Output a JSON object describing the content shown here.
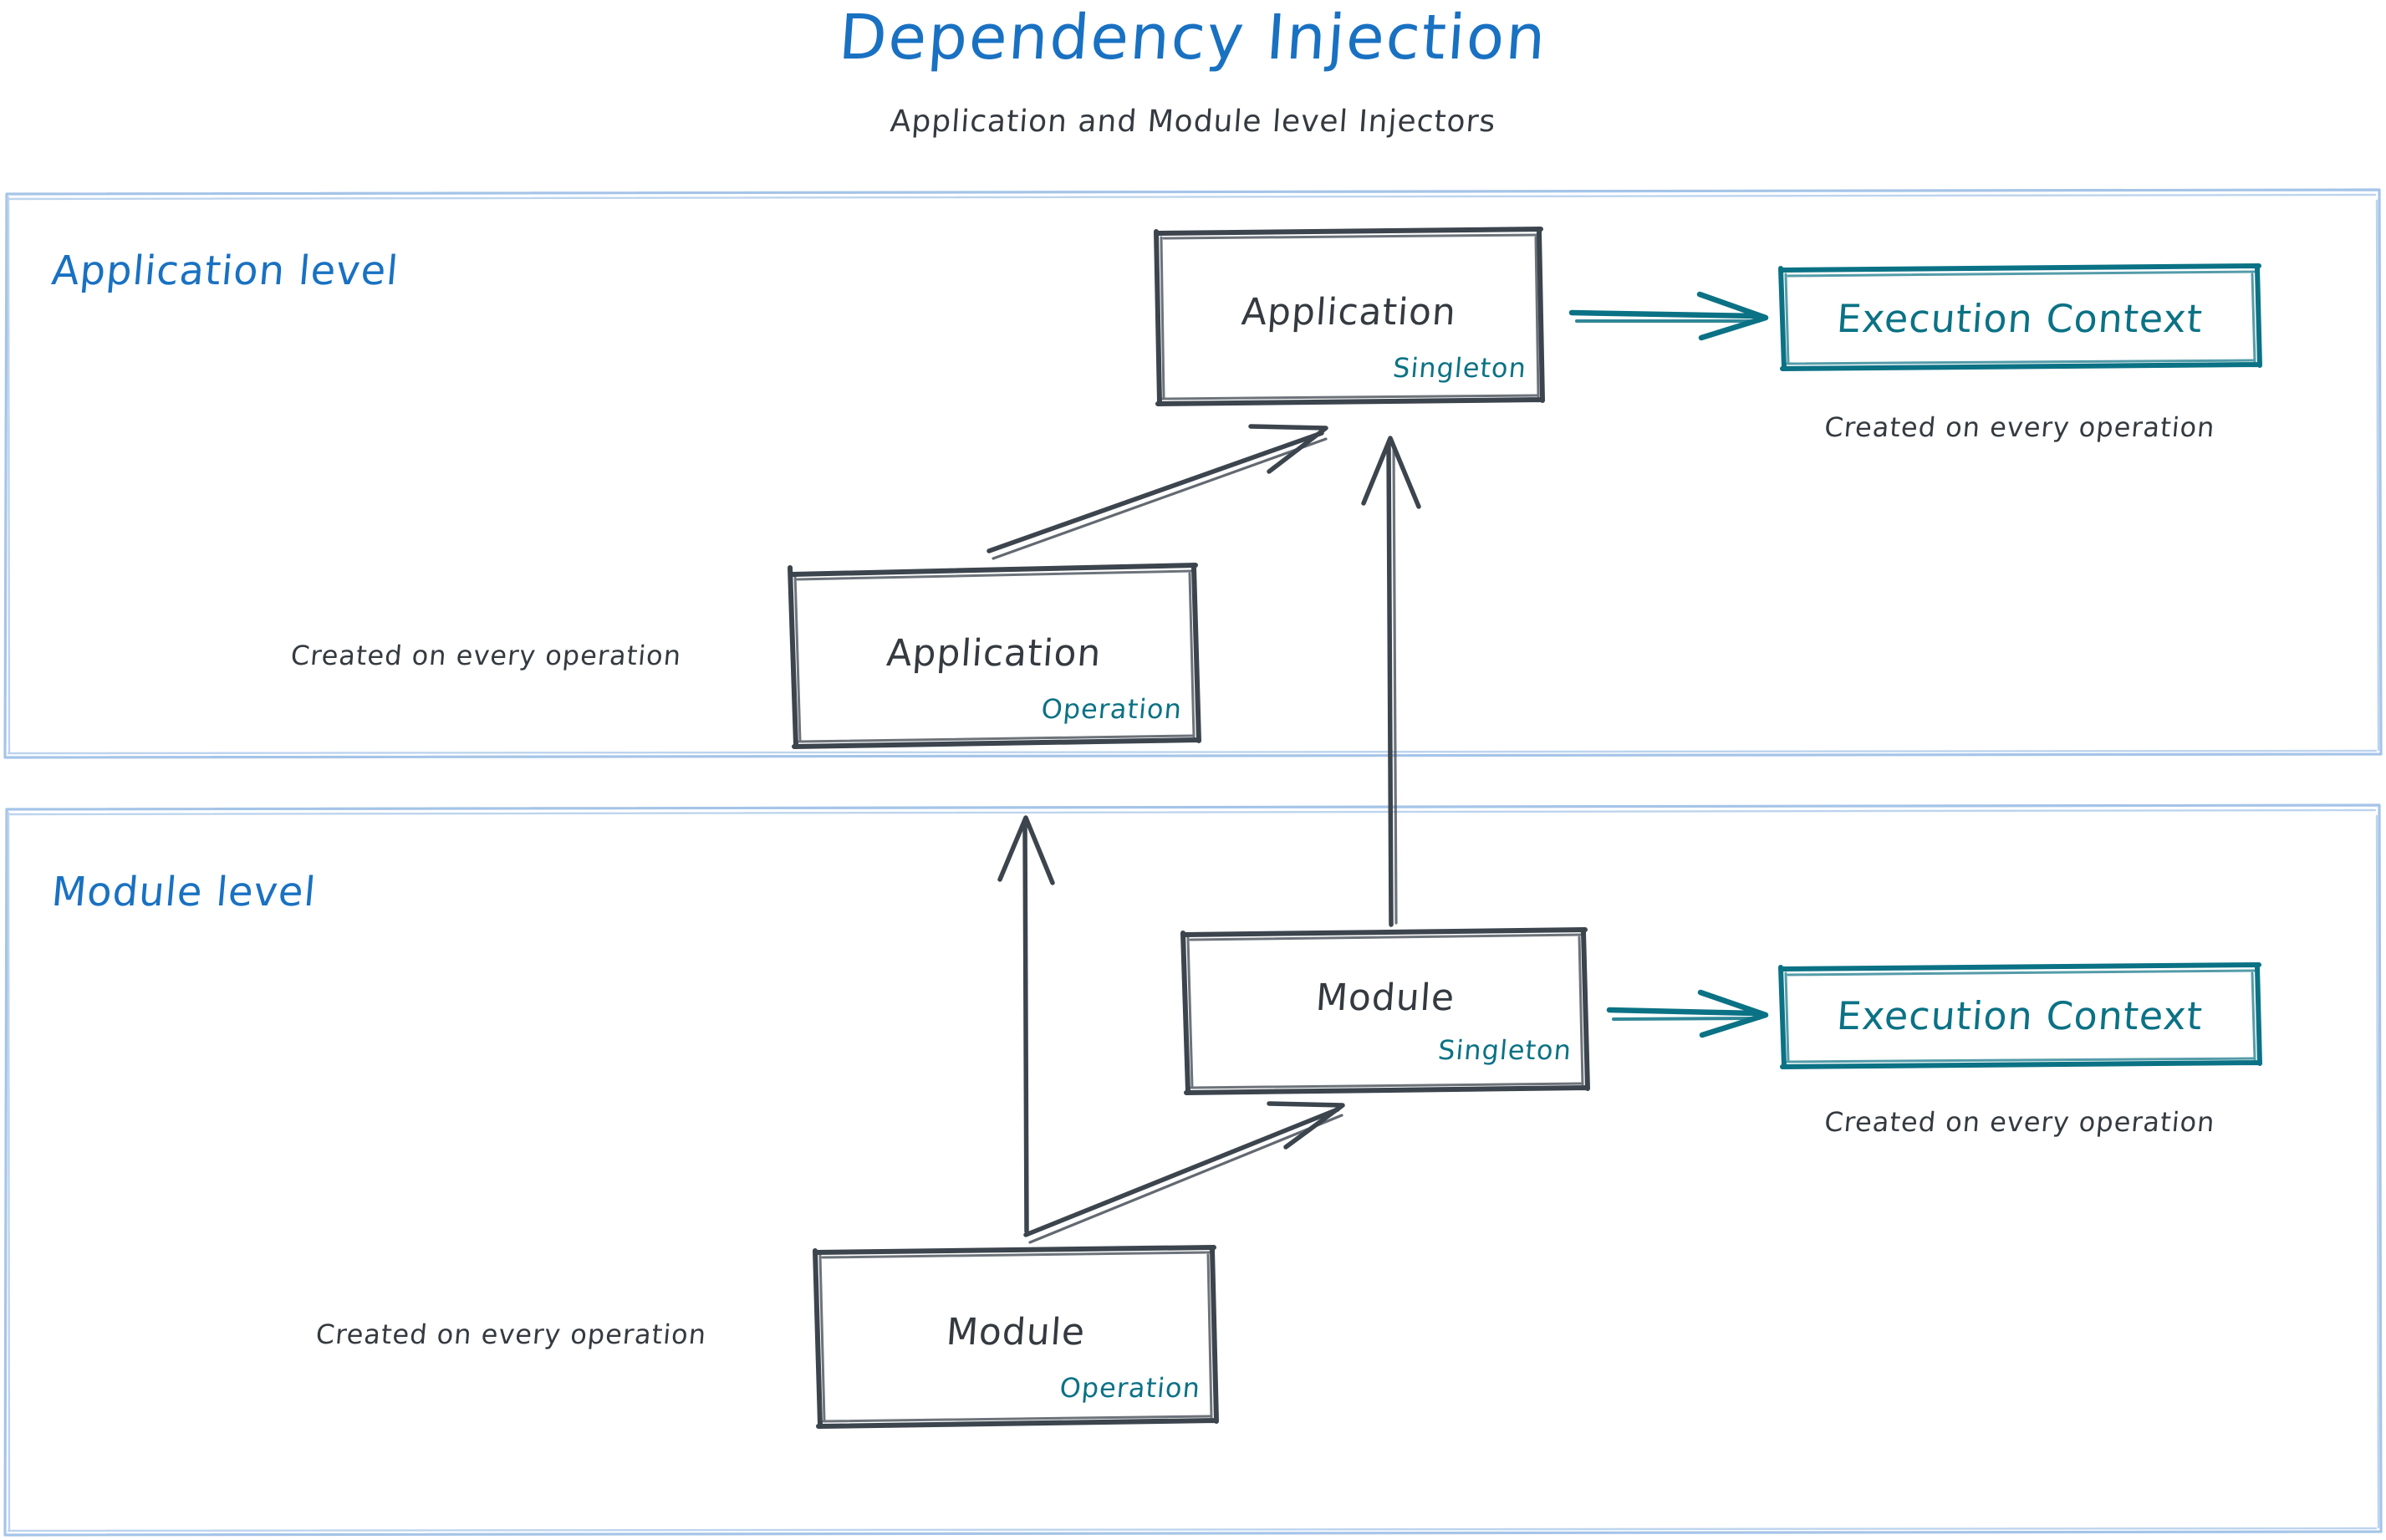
{
  "header": {
    "title": "Dependency Injection",
    "subtitle": "Application and Module level Injectors"
  },
  "colors": {
    "title_blue": "#1971c2",
    "level_blue": "#1971c2",
    "panel_border": "#a5c4e8",
    "ink_dark": "#3c444d",
    "teal": "#0b7285",
    "text_dark": "#343a40",
    "background": "#ffffff"
  },
  "panels": [
    {
      "id": "application-level",
      "label": "Application level",
      "nodes": [
        {
          "id": "application-singleton",
          "title": "Application",
          "scope": "Singleton",
          "caption": null
        },
        {
          "id": "application-operation",
          "title": "Application",
          "scope": "Operation",
          "caption": "Created on every operation"
        },
        {
          "id": "application-execution-context",
          "title": "Execution Context",
          "scope": null,
          "caption": "Created on every operation"
        }
      ],
      "edges": [
        {
          "from": "application-operation",
          "to": "application-singleton",
          "style": "solid-arrow",
          "color": "ink_dark"
        },
        {
          "from": "application-singleton",
          "to": "application-execution-context",
          "style": "solid-arrow",
          "color": "teal"
        },
        {
          "from": "module-singleton",
          "to": "application-singleton",
          "style": "solid-arrow",
          "color": "ink_dark"
        }
      ]
    },
    {
      "id": "module-level",
      "label": "Module level",
      "nodes": [
        {
          "id": "module-singleton",
          "title": "Module",
          "scope": "Singleton",
          "caption": null
        },
        {
          "id": "module-operation",
          "title": "Module",
          "scope": "Operation",
          "caption": "Created on every operation"
        },
        {
          "id": "module-execution-context",
          "title": "Execution Context",
          "scope": null,
          "caption": "Created on every operation"
        }
      ],
      "edges": [
        {
          "from": "module-operation",
          "to": "module-singleton",
          "style": "solid-arrow",
          "color": "ink_dark"
        },
        {
          "from": "module-singleton",
          "to": "module-execution-context",
          "style": "solid-arrow",
          "color": "teal"
        },
        {
          "from": "module-operation",
          "to": "application-operation",
          "style": "solid-arrow",
          "color": "ink_dark"
        }
      ]
    }
  ],
  "labels": {
    "application": "Application",
    "module": "Module",
    "singleton": "Singleton",
    "operation": "Operation",
    "execution_context": "Execution Context",
    "created_on_every_operation": "Created on every operation",
    "application_level": "Application level",
    "module_level": "Module level"
  }
}
